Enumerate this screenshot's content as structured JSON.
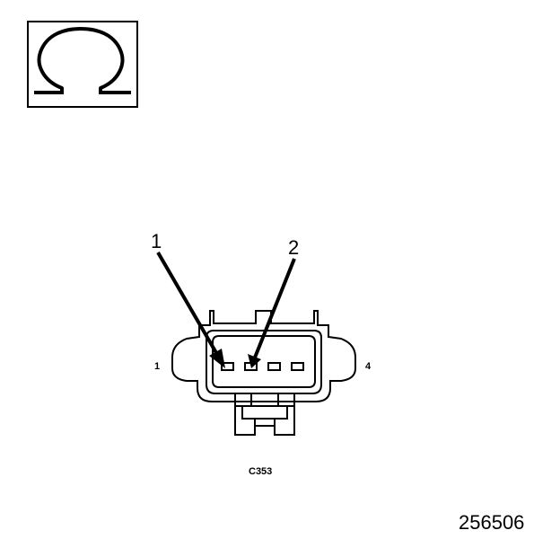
{
  "symbol": {
    "icon": "ohm-icon"
  },
  "callouts": [
    {
      "label": "1"
    },
    {
      "label": "2"
    }
  ],
  "pin_labels": {
    "left": "1",
    "right": "4"
  },
  "connector": {
    "id": "C353",
    "pin_count": 4
  },
  "figure_number": "256506"
}
